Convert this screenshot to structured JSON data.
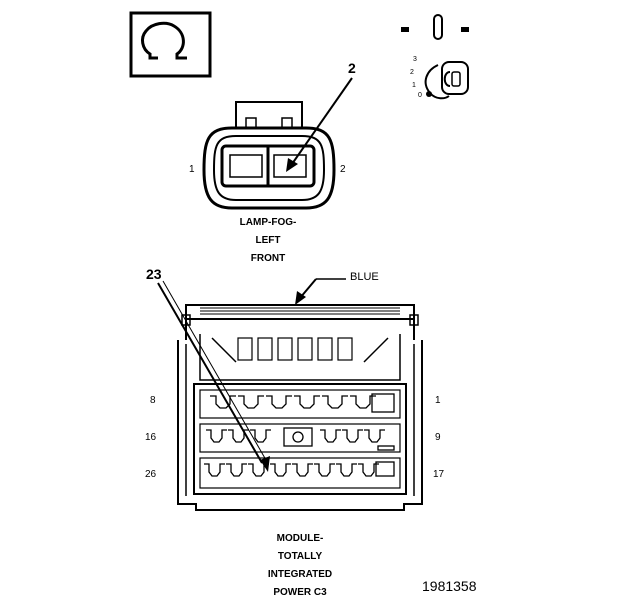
{
  "legend_icon": "ohm-symbol-icon",
  "ignition_key": {
    "icon": "ignition-key-icon",
    "positions": [
      "3",
      "2",
      "1",
      "0"
    ]
  },
  "lamp_connector": {
    "callout": "2",
    "pin_left": "1",
    "pin_right": "2",
    "caption_lines": [
      "LAMP-FOG-",
      "LEFT",
      "FRONT"
    ]
  },
  "module_connector": {
    "callout": "23",
    "color_label": "BLUE",
    "row_labels_left": [
      "8",
      "16",
      "26"
    ],
    "row_labels_right": [
      "1",
      "9",
      "17"
    ],
    "caption_lines": [
      "MODULE-",
      "TOTALLY",
      "INTEGRATED",
      "POWER C3"
    ]
  },
  "doc_number": "1981358",
  "colors": {
    "ink": "#000000",
    "background": "#ffffff"
  }
}
